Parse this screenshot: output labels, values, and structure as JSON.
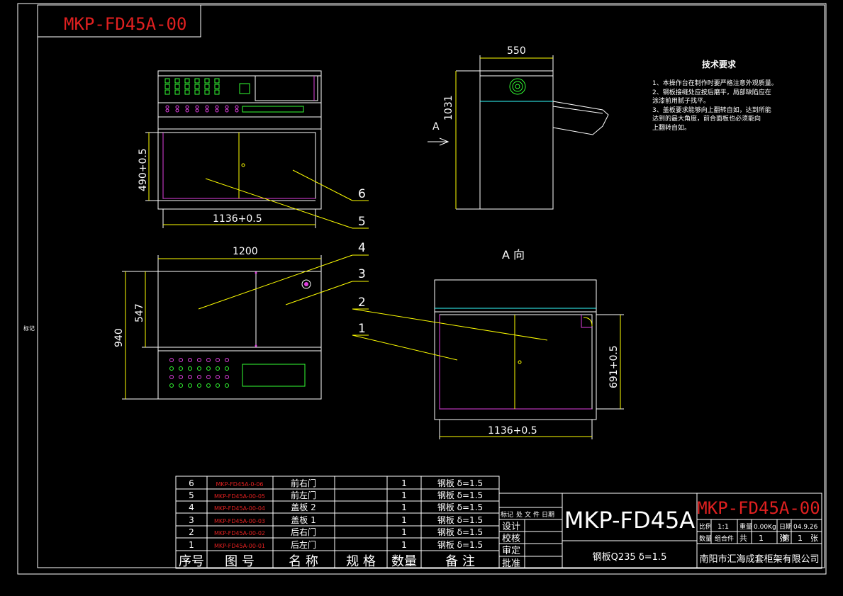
{
  "drawing_code": "MKP-FD45A-00",
  "side_mark": "标记",
  "front_view": {
    "dim_width": "1136+0.5",
    "dim_height": "490+0.5",
    "callout_6": "6",
    "callout_5": "5"
  },
  "side_view": {
    "dim_width": "550",
    "dim_height": "1031",
    "view_arrow_label": "A"
  },
  "top_view": {
    "dim_width": "1200",
    "dim_depth": "940",
    "dim_inner": "547",
    "callout_4": "4",
    "callout_3": "3"
  },
  "a_view": {
    "title": "A 向",
    "dim_width": "1136+0.5",
    "dim_height": "691+0.5",
    "callout_2": "2",
    "callout_1": "1"
  },
  "tech_requirements": {
    "title": "技术要求",
    "items": [
      "1、本操作台在制作时要严格注意外观质量。",
      "2、钢板接缝处应按后磨平，局部缺陷应在",
      "   涂漆前用腻子找平。",
      "3、盖板要求能够向上翻转自如，达到所能",
      "   达到的最大角度，前合面板也必须能向",
      "   上翻转自如。"
    ]
  },
  "bom": {
    "headers": [
      "序号",
      "图 号",
      "名 称",
      "规 格",
      "数量",
      "备 注"
    ],
    "rows": [
      {
        "no": "6",
        "code": "MKP-FD45A-0-06",
        "name": "前右门",
        "spec": "",
        "qty": "1",
        "note": "钢板 δ=1.5"
      },
      {
        "no": "5",
        "code": "MKP-FD45A-00-05",
        "name": "前左门",
        "spec": "",
        "qty": "1",
        "note": "钢板 δ=1.5"
      },
      {
        "no": "4",
        "code": "MKP-FD45A-00-04",
        "name": "盖板 2",
        "spec": "",
        "qty": "1",
        "note": "钢板 δ=1.5"
      },
      {
        "no": "3",
        "code": "MKP-FD45A-00-03",
        "name": "盖板 1",
        "spec": "",
        "qty": "1",
        "note": "钢板 δ=1.5"
      },
      {
        "no": "2",
        "code": "MKP-FD45A-00-02",
        "name": "后右门",
        "spec": "",
        "qty": "1",
        "note": "钢板 δ=1.5"
      },
      {
        "no": "1",
        "code": "MKP-FD45A-00-01",
        "name": "后左门",
        "spec": "",
        "qty": "1",
        "note": "钢板 δ=1.5"
      }
    ]
  },
  "title_block": {
    "revision_header": [
      "标记",
      "处",
      "文",
      "件",
      "日期"
    ],
    "roles": [
      "设计",
      "校核",
      "审定",
      "批准"
    ],
    "part_name": "MKP-FD45A",
    "material": "钢板Q235 δ=1.5",
    "drawing_no": "MKP-FD45A-00",
    "scale_label": "比例",
    "scale_value": "1:1",
    "weight_label": "重量",
    "weight_value": "0.00Kg",
    "date_label": "日期",
    "date_value": "04.9.26",
    "qty_label": "数量",
    "parts_label": "组合件",
    "total_label": "共",
    "total_value": "1",
    "sheet_label": "张",
    "sheet_no_label": "第",
    "sheet_no_value": "1",
    "sheet_label2": "张",
    "company": "南阳市汇海成套柜架有限公司"
  }
}
